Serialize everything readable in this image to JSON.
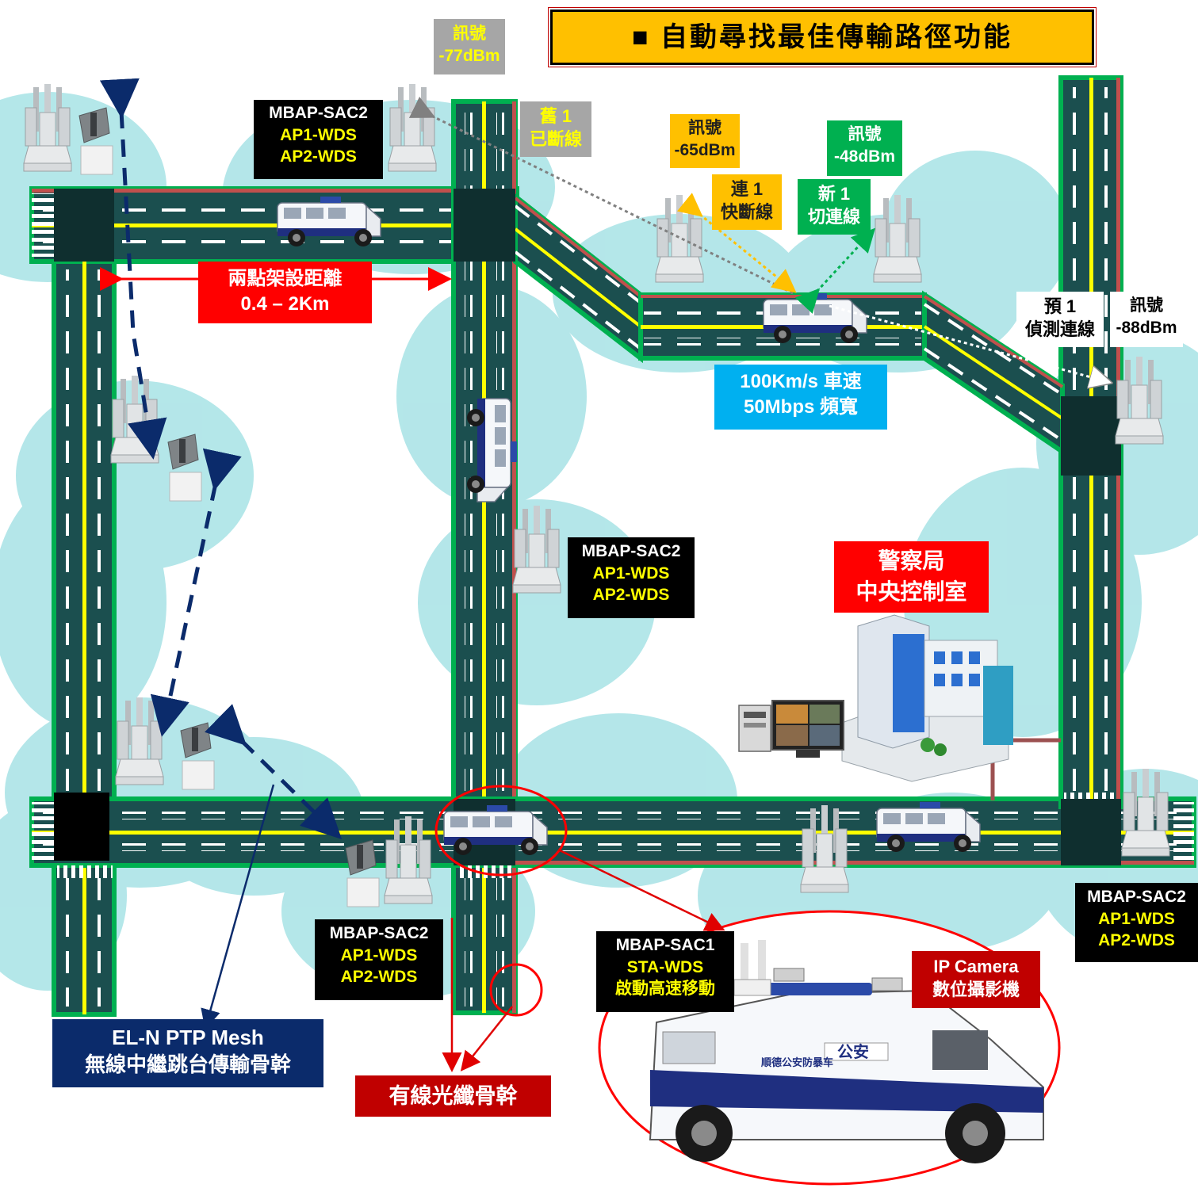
{
  "title": "■ 自動尋找最佳傳輸路徑功能",
  "labels": {
    "ap_topcenter": [
      "MBAP-SAC2",
      "AP1-WDS",
      "AP2-WDS"
    ],
    "ap_middle": [
      "MBAP-SAC2",
      "AP1-WDS",
      "AP2-WDS"
    ],
    "ap_bottomleft": [
      "MBAP-SAC2",
      "AP1-WDS",
      "AP2-WDS"
    ],
    "ap_right": [
      "MBAP-SAC2",
      "AP1-WDS",
      "AP2-WDS"
    ],
    "sta_vehicle": [
      "MBAP-SAC1",
      "STA-WDS",
      "啟動高速移動"
    ],
    "signal_77": [
      "訊號",
      "-77dBm"
    ],
    "old_link": [
      "舊 1",
      "已斷線"
    ],
    "signal_65": [
      "訊號",
      "-65dBm"
    ],
    "fast_cut": [
      "連 1",
      "快斷線"
    ],
    "signal_48": [
      "訊號",
      "-48dBm"
    ],
    "new_link": [
      "新 1",
      "切連線"
    ],
    "pre_detect": [
      "預 1",
      "偵測連線"
    ],
    "signal_88": [
      "訊號",
      "-88dBm"
    ],
    "distance": [
      "兩點架設距離",
      "0.4 – 2Km"
    ],
    "speed": [
      "100Km/s 車速",
      "50Mbps 頻寬"
    ],
    "police": [
      "警察局",
      "中央控制室"
    ],
    "ptp_mesh": [
      "EL-N PTP Mesh",
      "無線中繼跳台傳輸骨幹"
    ],
    "fiber": "有線光纖骨幹",
    "ip_camera": [
      "IP Camera",
      "數位攝影機"
    ],
    "vehicle_text": [
      "公安",
      "順德公安防暴车"
    ]
  },
  "colors": {
    "coverage": "#9fe0e3",
    "road_green": "#00b050",
    "road_dark": "#1b4f4f",
    "lane_yellow": "#ffff00",
    "fiber_red": "#c0504d",
    "title_bg": "#ffc000",
    "mesh_dash": "#0b2b6b"
  },
  "icons": [
    "sector-antenna-icon",
    "ptp-panel-antenna-icon",
    "police-van-icon",
    "building-icon",
    "monitor-icon",
    "computer-icon"
  ]
}
